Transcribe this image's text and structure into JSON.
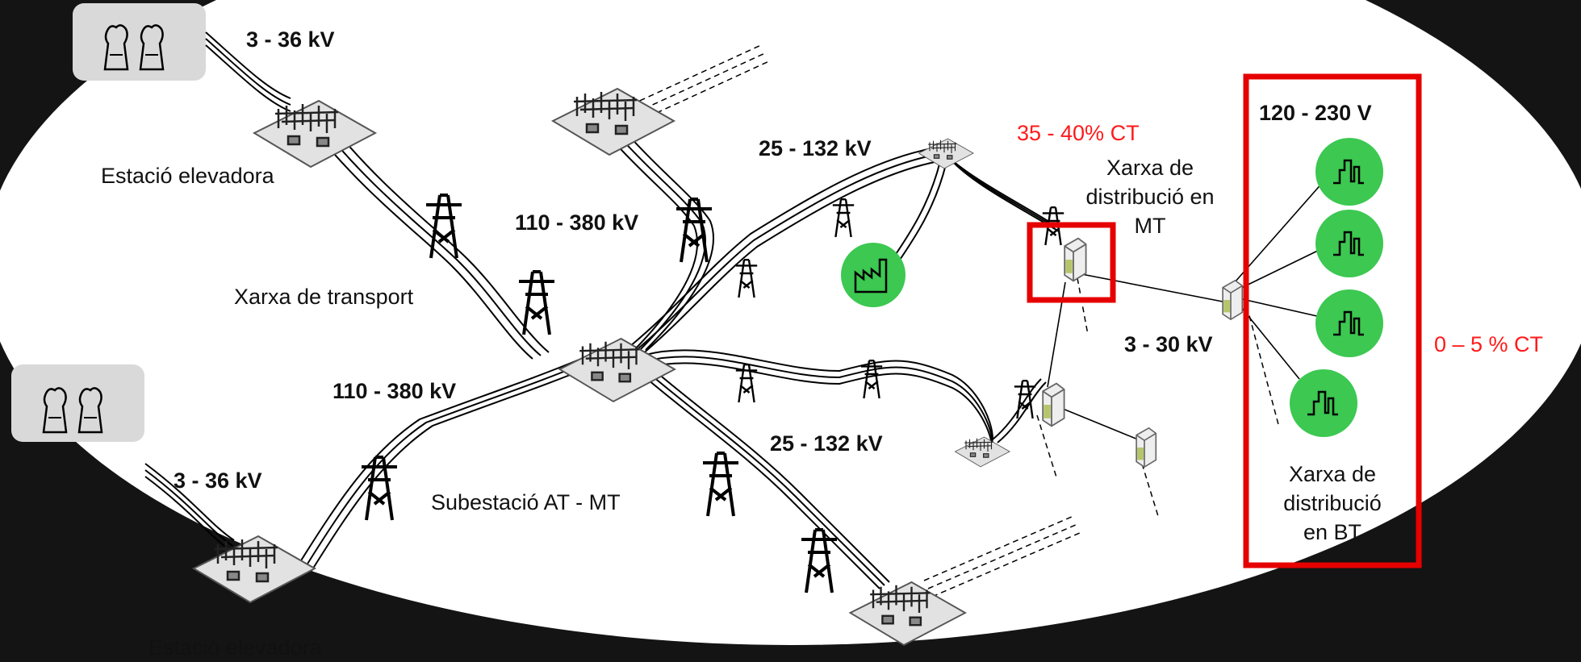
{
  "colors": {
    "background": "#141414",
    "ellipse": "#ffffff",
    "load_circle": "#3cc851",
    "highlight_box": "#e60000",
    "annotation_red": "#ff1a1a",
    "plant_box": "#d9d9d9"
  },
  "icons": {
    "power_plant": "cooling-towers-icon",
    "substation": "substation-icon",
    "pylon": "transmission-tower-icon",
    "transformer": "distribution-transformer-icon",
    "industry": "factory-icon",
    "load": "load-profile-icon"
  },
  "labels": {
    "v_gen_top": "3 - 36 kV",
    "v_gen_bottom": "3 - 36 kV",
    "step_up_top": "Estació elevadora",
    "step_up_bottom": "Estació elevadora",
    "trans_top": "110 - 380 kV",
    "trans_bottom": "110 - 380 kV",
    "transport_net": "Xarxa de transport",
    "sub_station": "Subestació AT - MT",
    "mv_top": "25 - 132 kV",
    "mv_bottom": "25 - 132 kV",
    "ct_mv": "35 - 40% CT",
    "mv_net_l1": "Xarxa de",
    "mv_net_l2": "distribució en",
    "mv_net_l3": "MT",
    "dist_v": "3 - 30 kV",
    "lv_v": "120 - 230 V",
    "ct_lv": "0 – 5 % CT",
    "lv_net_l1": "Xarxa de",
    "lv_net_l2": "distribució",
    "lv_net_l3": "en BT"
  }
}
